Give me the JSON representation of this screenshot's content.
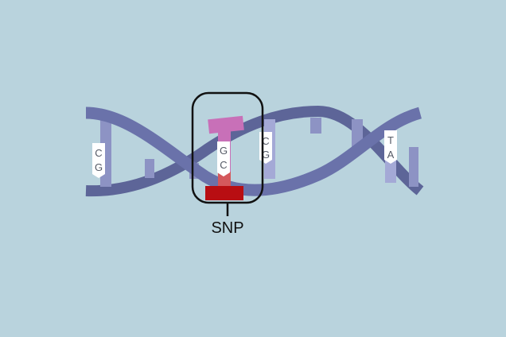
{
  "colors": {
    "background": "#b9d3dd",
    "strand": "#6a72aa",
    "strand_back": "#5d6598",
    "rung": "#8d93c4",
    "rung_light": "#a4a9d6",
    "snp_top": "#c870b8",
    "snp_mid": "#d4585c",
    "snp_bottom": "#b80e12",
    "tag_fill": "#ffffff",
    "outline": "#111111"
  },
  "base_pairs": [
    {
      "top": "C",
      "bottom": "G"
    },
    {
      "top": "G",
      "bottom": "C"
    },
    {
      "top": "C",
      "bottom": "G"
    },
    {
      "top": "T",
      "bottom": "A"
    }
  ],
  "snp": {
    "label": "SNP"
  }
}
